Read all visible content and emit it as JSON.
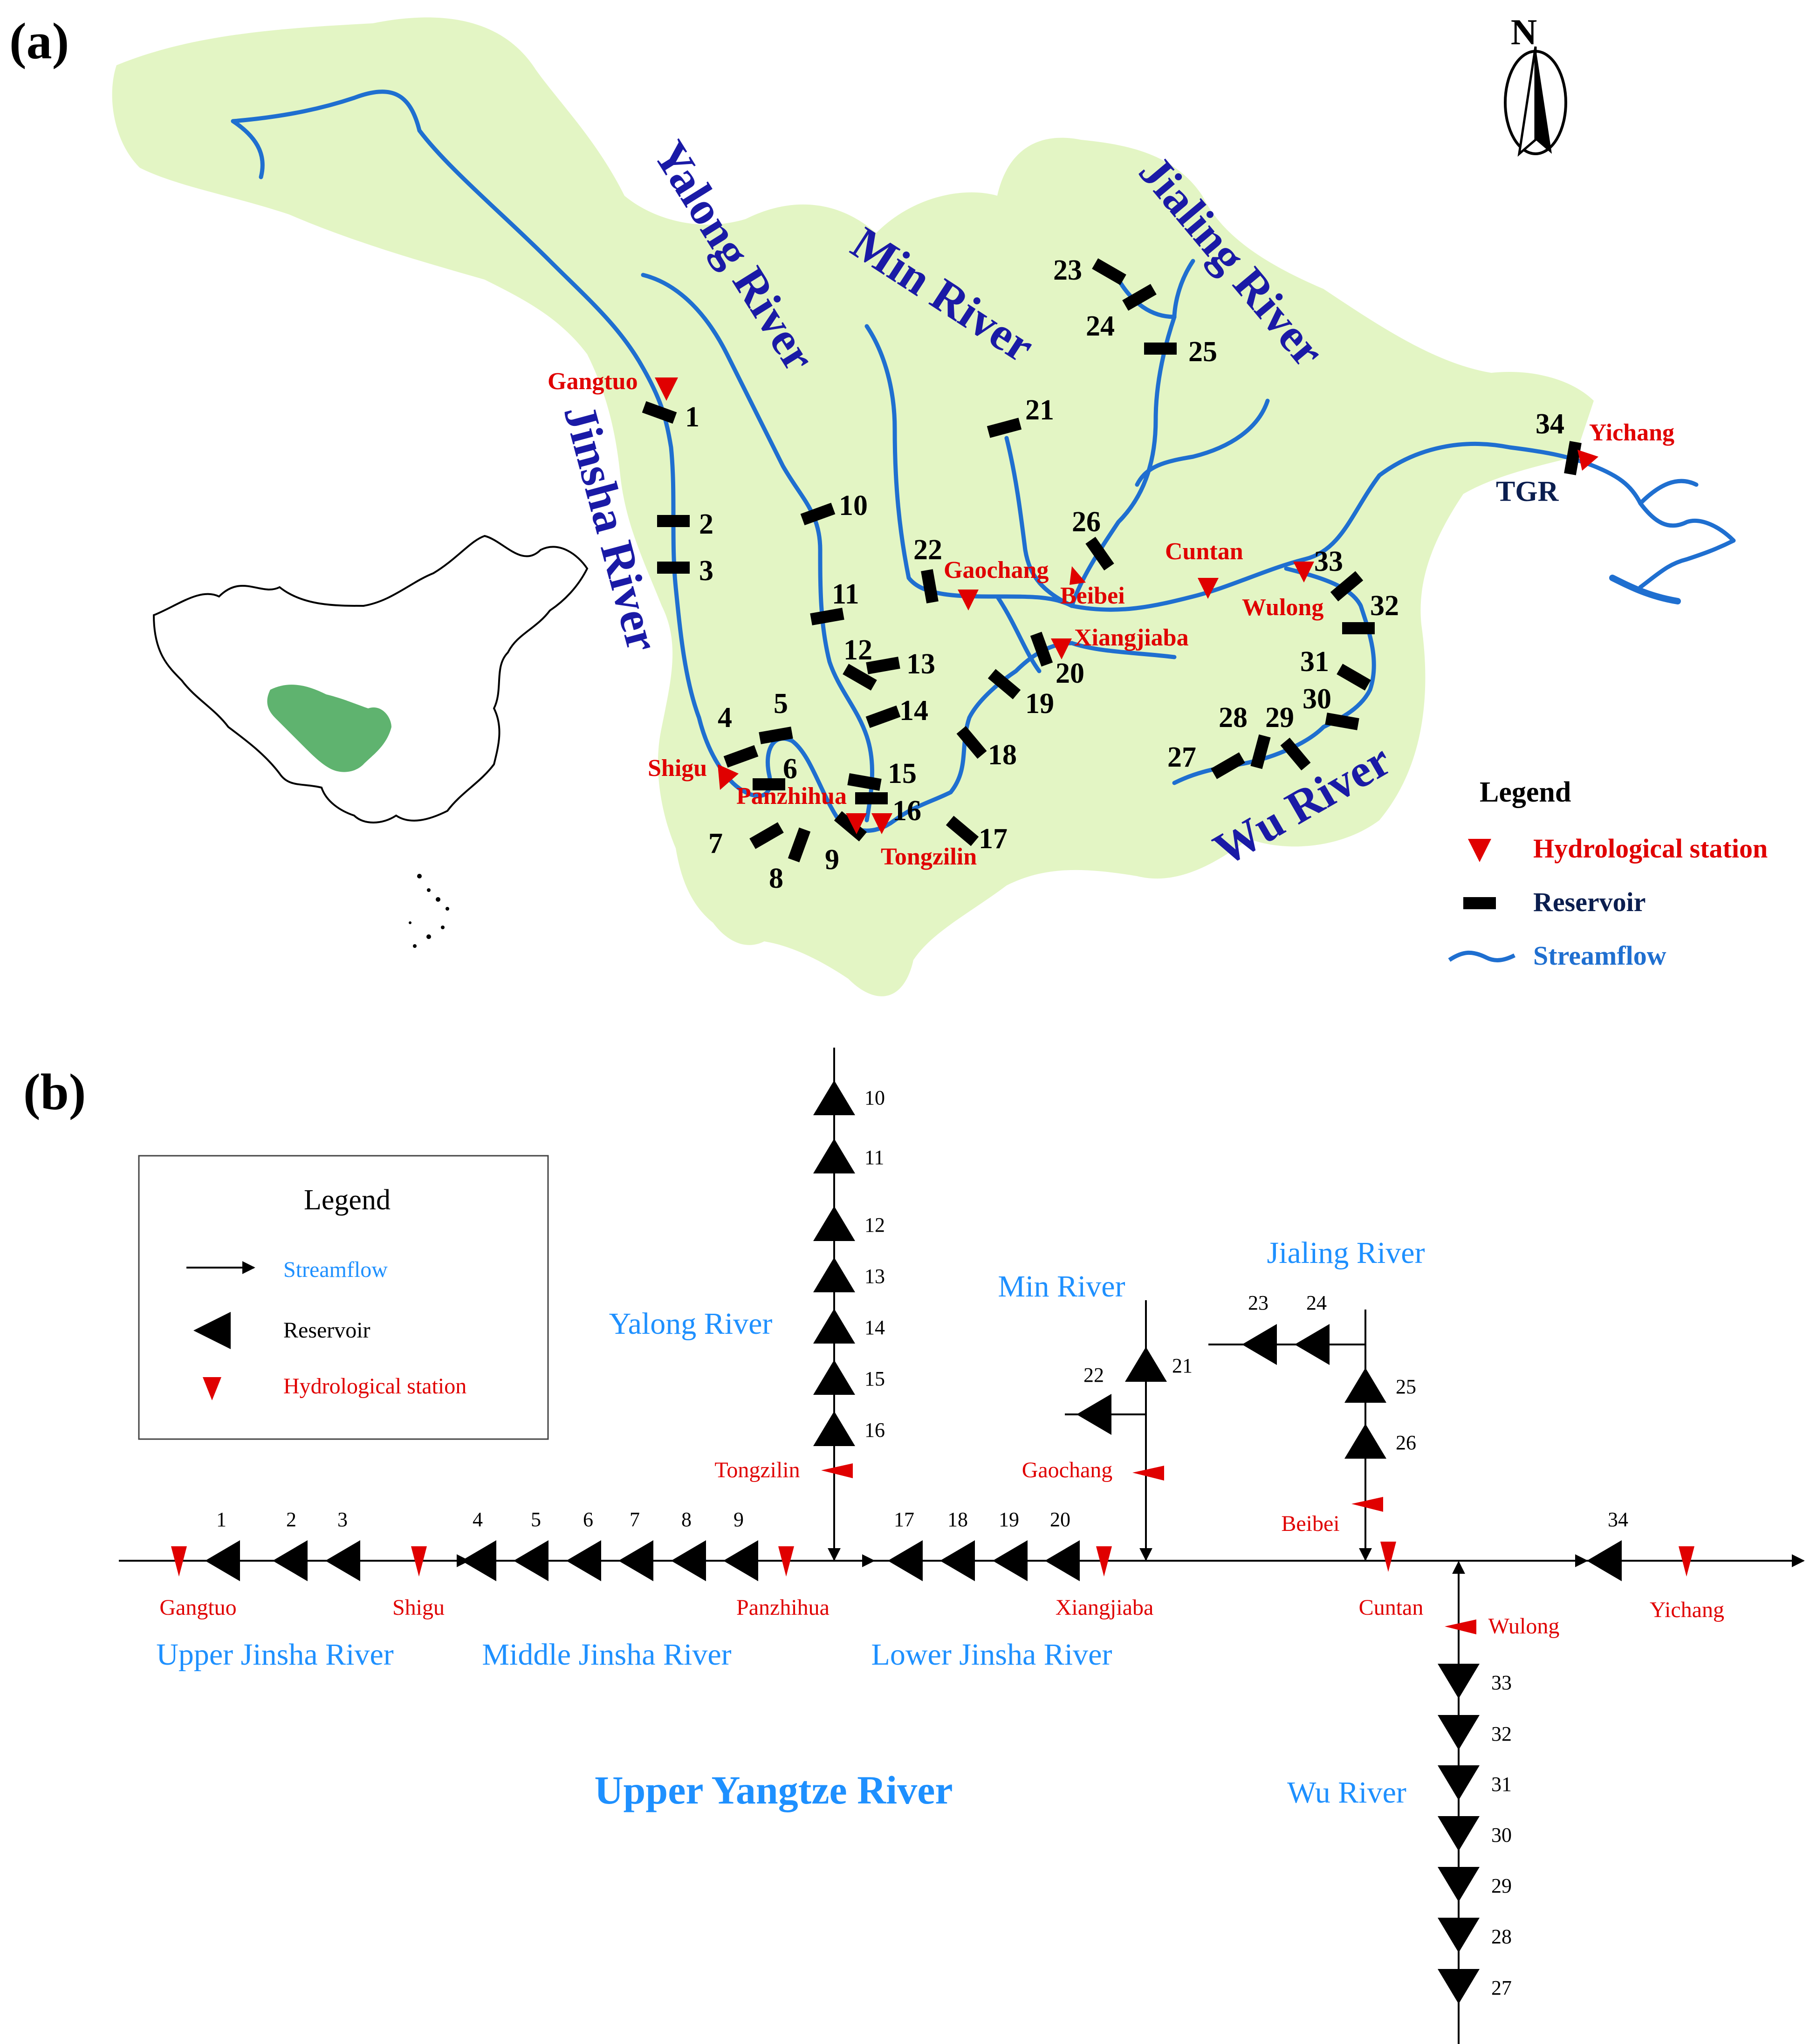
{
  "panel_a": {
    "label": "(a)",
    "north": "N",
    "rivers": [
      {
        "id": "jinsha",
        "name": "Jinsha River"
      },
      {
        "id": "yalong",
        "name": "Yalong River"
      },
      {
        "id": "min",
        "name": "Min River"
      },
      {
        "id": "jialing",
        "name": "Jialing River"
      },
      {
        "id": "wu",
        "name": "Wu River"
      }
    ],
    "stations": [
      {
        "id": "gangtuo",
        "name": "Gangtuo"
      },
      {
        "id": "shigu",
        "name": "Shigu"
      },
      {
        "id": "panzhihua",
        "name": "Panzhihua"
      },
      {
        "id": "tongzilin",
        "name": "Tongzilin"
      },
      {
        "id": "gaochang",
        "name": "Gaochang"
      },
      {
        "id": "beibei",
        "name": "Beibei"
      },
      {
        "id": "cuntan",
        "name": "Cuntan"
      },
      {
        "id": "xiangjiaba",
        "name": "Xiangjiaba"
      },
      {
        "id": "wulong",
        "name": "Wulong"
      },
      {
        "id": "yichang",
        "name": "Yichang"
      }
    ],
    "reservoirs": [
      "1",
      "2",
      "3",
      "4",
      "5",
      "6",
      "7",
      "8",
      "9",
      "10",
      "11",
      "12",
      "13",
      "14",
      "15",
      "16",
      "17",
      "18",
      "19",
      "20",
      "21",
      "22",
      "23",
      "24",
      "25",
      "26",
      "27",
      "28",
      "29",
      "30",
      "31",
      "32",
      "33",
      "34"
    ],
    "tgr": "TGR",
    "legend": {
      "title": "Legend",
      "items": [
        {
          "label": "Hydrological station",
          "color": "#e00000"
        },
        {
          "label": "Reservoir",
          "color": "#0b1e4f"
        },
        {
          "label": "Streamflow",
          "color": "#1f6fd0"
        }
      ]
    }
  },
  "panel_b": {
    "label": "(b)",
    "legend": {
      "title": "Legend",
      "items": [
        {
          "label": "Streamflow",
          "color": "#1e90ff"
        },
        {
          "label": "Reservoir",
          "color": "#000000"
        },
        {
          "label": "Hydrological station",
          "color": "#e00000"
        }
      ]
    },
    "sections": [
      "Upper Jinsha River",
      "Middle Jinsha River",
      "Lower Jinsha River"
    ],
    "rivers": [
      "Yalong River",
      "Min River",
      "Jialing River",
      "Wu River"
    ],
    "basin_title": "Upper Yangtze River",
    "stations": [
      "Gangtuo",
      "Shigu",
      "Panzhihua",
      "Tongzilin",
      "Gaochang",
      "Xiangjiaba",
      "Beibei",
      "Cuntan",
      "Wulong",
      "Yichang"
    ],
    "reservoirs": [
      "1",
      "2",
      "3",
      "4",
      "5",
      "6",
      "7",
      "8",
      "9",
      "10",
      "11",
      "12",
      "13",
      "14",
      "15",
      "16",
      "17",
      "18",
      "19",
      "20",
      "21",
      "22",
      "23",
      "24",
      "25",
      "26",
      "27",
      "28",
      "29",
      "30",
      "31",
      "32",
      "33",
      "34"
    ]
  },
  "colors": {
    "basin_fill": "#e3f5c4",
    "china_fill": "#5fb36f",
    "river": "#1f6fd0",
    "river_label": "#1a1aa6",
    "station": "#e00000",
    "reservoir": "#000000",
    "schematic_label": "#1e90ff"
  }
}
